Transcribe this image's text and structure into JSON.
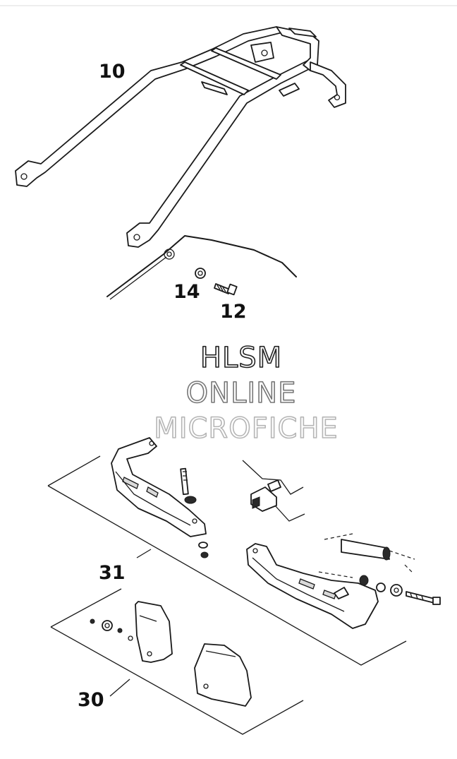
{
  "callouts": {
    "rack": "10",
    "washer": "14",
    "bolt": "12",
    "handguard_kit": "31",
    "shield_kit": "30"
  },
  "watermark": {
    "line1": "HLSM",
    "line2": "ONLINE",
    "line3": "MICROFICHE",
    "color1": "#222222",
    "color2": "#777777",
    "color3": "#b5b5b5"
  }
}
